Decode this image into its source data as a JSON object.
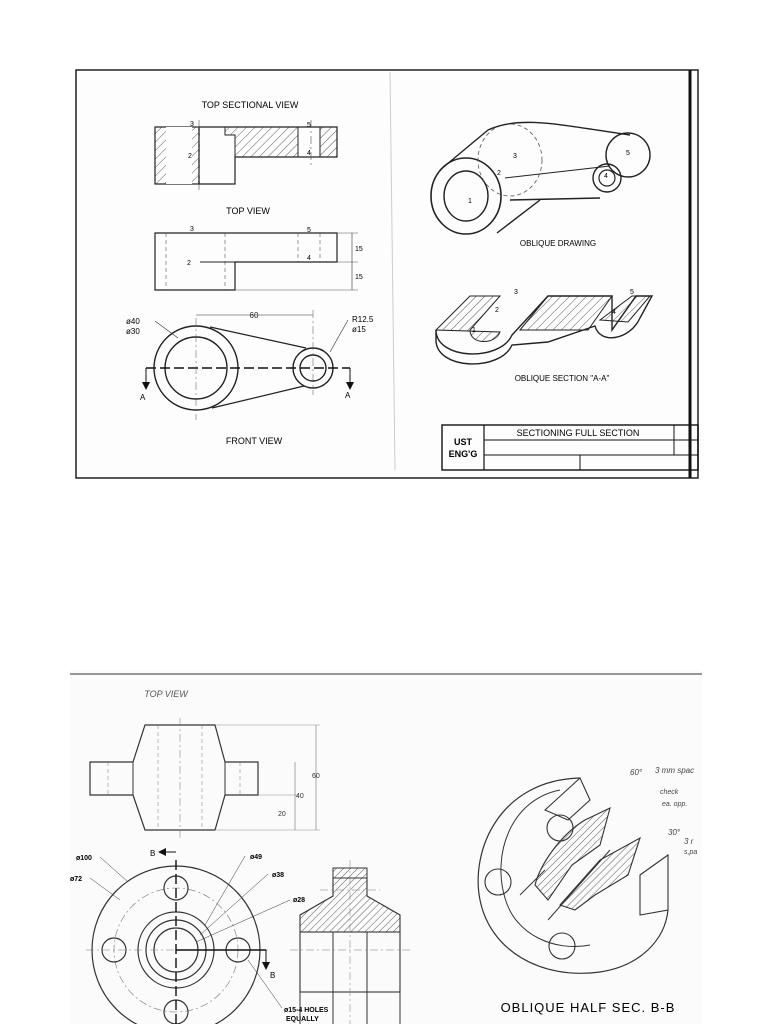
{
  "sheet1": {
    "top_sectional_view": "TOP SECTIONAL VIEW",
    "top_view": "TOP VIEW",
    "front_view": "FRONT VIEW",
    "oblique_drawing": "OBLIQUE DRAWING",
    "oblique_section": "OBLIQUE SECTION \"A-A\"",
    "title_block": {
      "school_line1": "UST",
      "school_line2": "ENG'G",
      "title": "SECTIONING FULL SECTION"
    },
    "dims": {
      "d40": "ø40",
      "d30": "ø30",
      "len60": "60",
      "r125": "R12.5",
      "d15": "ø15",
      "h15a": "15",
      "h15b": "15",
      "cut_a_left": "A",
      "cut_a_right": "A"
    },
    "point_labels": {
      "p1": "1",
      "p2": "2",
      "p3": "3",
      "p4": "4",
      "p5": "5"
    }
  },
  "sheet2": {
    "top_view": "TOP VIEW",
    "oblique_half_sec": "OBLIQUE HALF SEC. B-B",
    "dims": {
      "h60": "60",
      "h40": "40",
      "h20": "20",
      "d100": "ø100",
      "d72": "ø72",
      "d49": "ø49",
      "d38": "ø38",
      "d28": "ø28",
      "cut_b_top": "B",
      "cut_b_right": "B",
      "holes_line1": "ø15-4 HOLES",
      "holes_line2": "EQUALLY"
    },
    "notes": {
      "n1": "60°",
      "n2": "3 mm spac",
      "n3": "check",
      "n4": "ea. opp.",
      "n5": "30°",
      "n6": "3 r",
      "n7": "s,pa"
    }
  }
}
